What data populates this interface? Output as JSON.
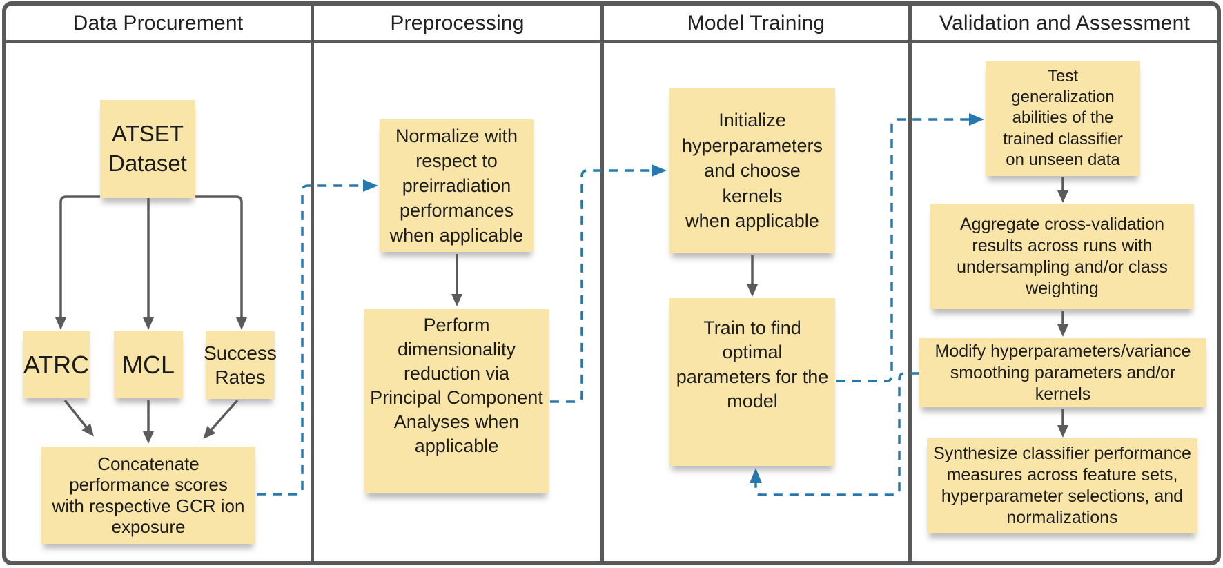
{
  "header": {
    "columns": [
      "Data Procurement",
      "Preprocessing",
      "Model Training",
      "Validation and Assessment"
    ]
  },
  "nodes": {
    "atset": {
      "label": "ATSET\nDataset"
    },
    "atrc": {
      "label": "ATRC"
    },
    "mcl": {
      "label": "MCL"
    },
    "success": {
      "label": "Success\nRates"
    },
    "concatenate": {
      "label": "Concatenate\nperformance scores\nwith respective GCR ion\nexposure"
    },
    "normalize": {
      "label": "Normalize with\nrespect to\npreirradiation\nperformances\nwhen applicable"
    },
    "perform_pca": {
      "label": "Perform\ndimensionality\nreduction via\nPrincipal Component\nAnalyses when\napplicable"
    },
    "initialize": {
      "label": "Initialize\nhyperparameters\nand choose\nkernels\nwhen applicable"
    },
    "train": {
      "label": "Train to find\noptimal\nparameters for the\nmodel"
    },
    "test": {
      "label": "Test\ngeneralization\nabilities of the\ntrained classifier\non unseen data"
    },
    "aggregate": {
      "label": "Aggregate cross-validation\nresults across runs with\nundersampling and/or class\nweighting"
    },
    "modify": {
      "label": "Modify hyperparameters/variance\nsmoothing parameters and/or\nkernels"
    },
    "synthesize": {
      "label": "Synthesize classifier performance\nmeasures across feature sets,\nhyperparameter selections, and\nnormalizations"
    }
  },
  "colors": {
    "note_fill": "#f9e5a7",
    "frame_gray": "#58595b",
    "arrow_gray": "#5b5b5b",
    "dash_blue": "#2878b0"
  }
}
